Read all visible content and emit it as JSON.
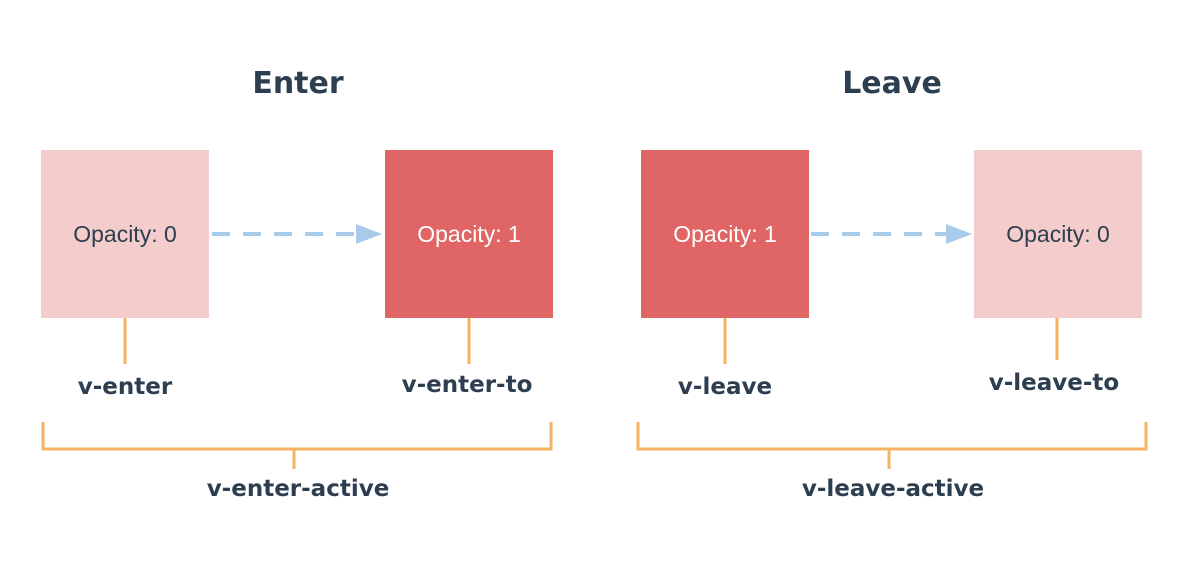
{
  "enter": {
    "title": "Enter",
    "from_box": "Opacity: 0",
    "to_box": "Opacity: 1",
    "from_label": "v-enter",
    "to_label": "v-enter-to",
    "active_label": "v-enter-active"
  },
  "leave": {
    "title": "Leave",
    "from_box": "Opacity: 1",
    "to_box": "Opacity: 0",
    "from_label": "v-leave",
    "to_label": "v-leave-to",
    "active_label": "v-leave-active"
  },
  "colors": {
    "light_box": "#f4cccc",
    "dark_box": "#e06666",
    "arrow": "#a9cbea",
    "connector": "#f5b363",
    "text": "#2c3e50"
  }
}
